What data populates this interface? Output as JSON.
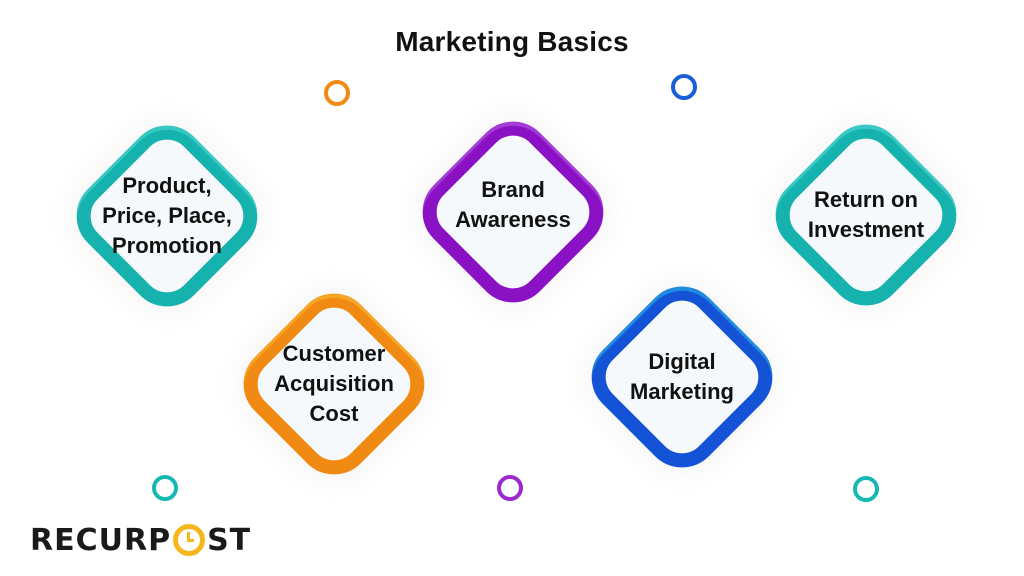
{
  "title": "Marketing Basics",
  "colors": {
    "teal": "#16b3ae",
    "purple": "#8a12c4",
    "orange": "#f18a13",
    "blue": "#1553d6",
    "logo_accent": "#f5b81c"
  },
  "nodes": [
    {
      "id": "4ps",
      "lines": [
        "Product,",
        "Price, Place,",
        "Promotion"
      ],
      "color": "teal"
    },
    {
      "id": "brand",
      "lines": [
        "Brand",
        "Awareness"
      ],
      "color": "purple"
    },
    {
      "id": "roi",
      "lines": [
        "Return on",
        "Investment"
      ],
      "color": "teal"
    },
    {
      "id": "cac",
      "lines": [
        "Customer",
        "Acquisition",
        "Cost"
      ],
      "color": "orange"
    },
    {
      "id": "digital",
      "lines": [
        "Digital",
        "Marketing"
      ],
      "color": "blue"
    }
  ],
  "decor_rings": [
    {
      "color": "orange"
    },
    {
      "color": "blue"
    },
    {
      "color": "teal"
    },
    {
      "color": "purple"
    },
    {
      "color": "teal"
    }
  ],
  "logo": {
    "prefix": "RECURP",
    "suffix": "ST"
  }
}
